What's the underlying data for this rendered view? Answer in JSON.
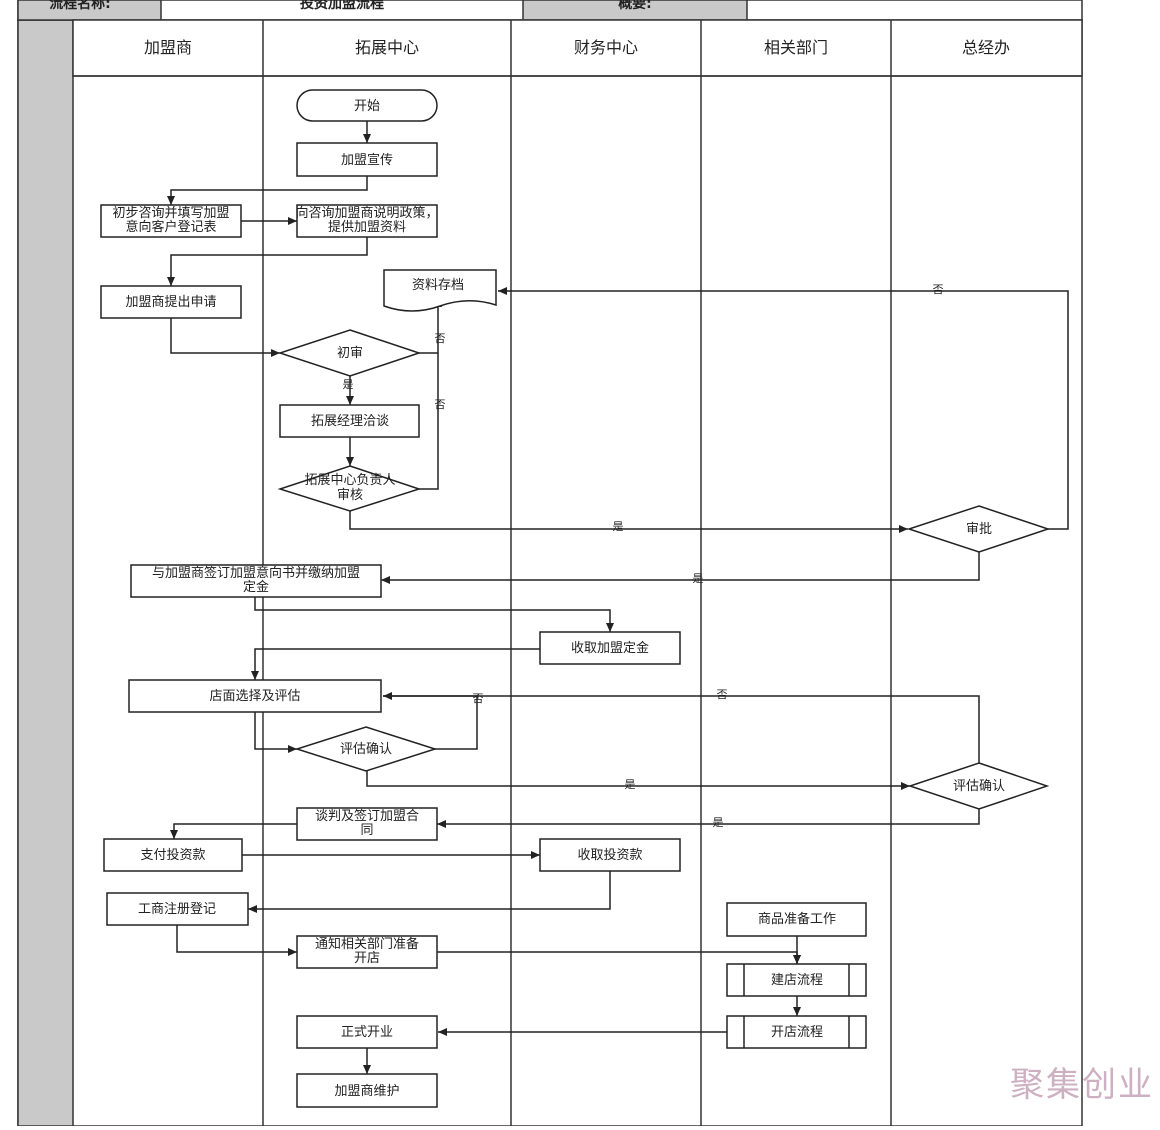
{
  "header": {
    "cells": [
      {
        "text": "流程名称:"
      },
      {
        "text": "投资加盟流程"
      },
      {
        "text": "概要:"
      },
      {
        "text": ""
      }
    ]
  },
  "lanes": [
    "加盟商",
    "拓展中心",
    "财务中心",
    "相关部门",
    "总经办"
  ],
  "nodes": {
    "start": "开始",
    "n1": "加盟宣传",
    "n2": "初步咨询并填写加盟意向客户登记表",
    "n3": "向咨询加盟商说明政策，提供加盟资料",
    "n4": "资料存档",
    "n5": "加盟商提出申请",
    "n6": "初审",
    "n7": "拓展经理洽谈",
    "n8": "拓展中心负责人审核",
    "n9": "审批",
    "n10": "与加盟商签订加盟意向书并缴纳加盟定金",
    "n11": "收取加盟定金",
    "n12": "店面选择及评估",
    "n13": "评估确认",
    "n14": "评估确认",
    "n15": "谈判及签订加盟合同",
    "n16": "支付投资款",
    "n17": "收取投资款",
    "n18": "工商注册登记",
    "n19": "商品准备工作",
    "n20": "通知相关部门准备开店",
    "n21": "建店流程",
    "n22": "开店流程",
    "n23": "正式开业",
    "n24": "加盟商维护"
  },
  "labels": {
    "yes": "是",
    "no": "否"
  },
  "watermark": "聚集创业"
}
